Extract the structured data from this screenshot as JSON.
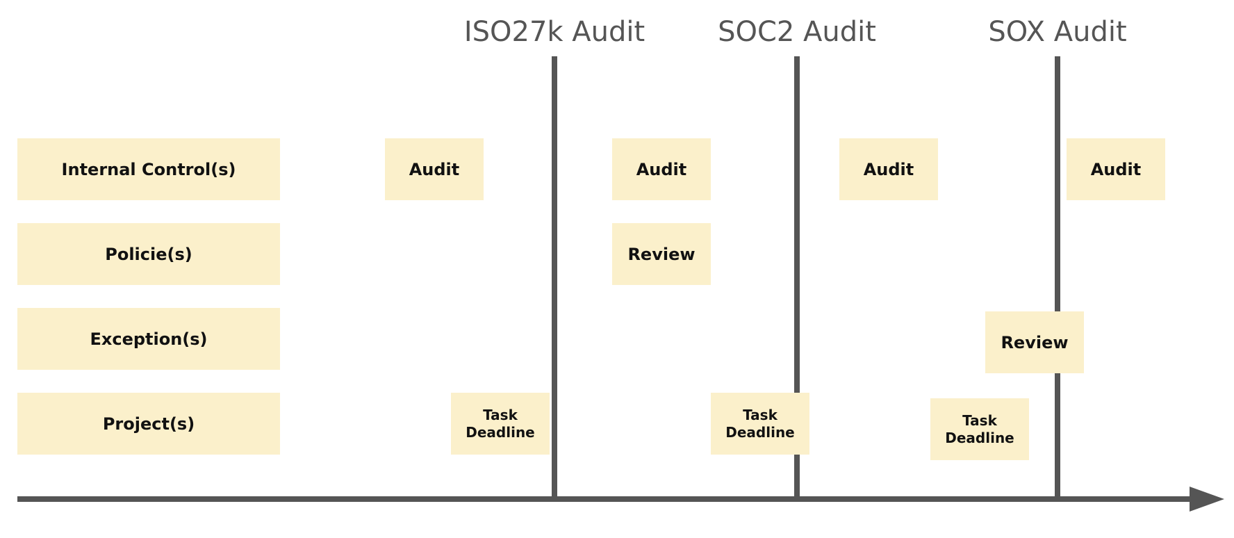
{
  "milestones": [
    {
      "label": "ISO27k Audit"
    },
    {
      "label": "SOC2 Audit"
    },
    {
      "label": "SOX Audit"
    }
  ],
  "categories": [
    {
      "label": "Internal Control(s)"
    },
    {
      "label": "Policie(s)"
    },
    {
      "label": "Exception(s)"
    },
    {
      "label": "Project(s)"
    }
  ],
  "events": {
    "internal_controls": [
      "Audit",
      "Audit",
      "Audit",
      "Audit"
    ],
    "policies": [
      "Review"
    ],
    "exceptions": [
      "Review"
    ],
    "projects": [
      "Task\nDeadline",
      "Task\nDeadline",
      "Task\nDeadline"
    ]
  },
  "colors": {
    "note_fill": "#fbf0cb",
    "line": "#555555",
    "text": "#111111"
  }
}
